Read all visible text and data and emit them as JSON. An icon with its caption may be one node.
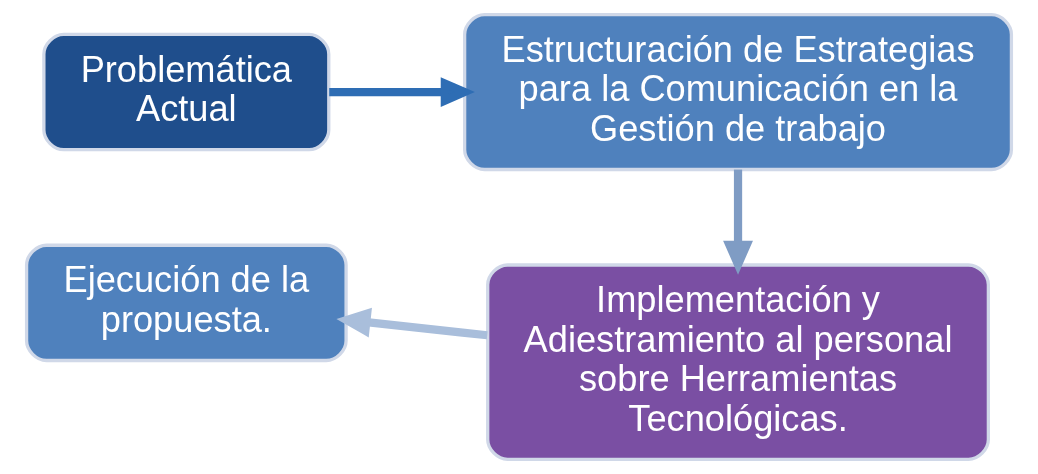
{
  "diagram": {
    "nodes": [
      {
        "text": [
          "Problemática Actual"
        ]
      },
      {
        "text": [
          "Estructuración de Estrategias para la Comunicación en la Gestión de trabajo"
        ]
      },
      {
        "text": [
          "Implementación y Adiestramiento al personal sobre Herramientas Tecnológicas."
        ]
      },
      {
        "text": [
          "Ejecución de la propuesta."
        ]
      }
    ],
    "edges": [
      {
        "from": 0,
        "to": 1,
        "arrow": "to",
        "color": "#2e6db4"
      },
      {
        "from": 1,
        "to": 2,
        "arrow": "to",
        "color": "#7f9cc4"
      },
      {
        "from": 2,
        "to": 3,
        "arrow": "to",
        "color": "#a9bedb"
      }
    ]
  }
}
